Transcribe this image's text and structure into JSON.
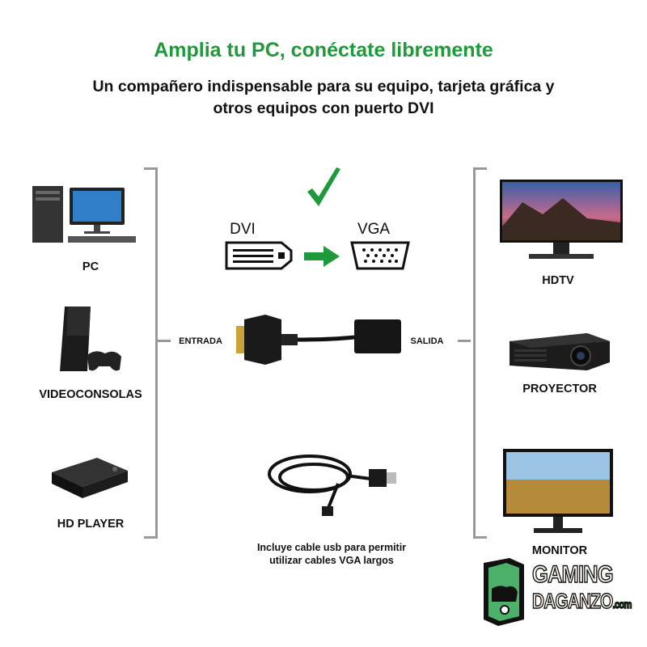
{
  "title": "Amplia tu PC, conéctate libremente",
  "subtitle": [
    "Un compañero indispensable para su equipo, tarjeta gráfica y",
    "otros equipos con puerto DVI"
  ],
  "left_devices": [
    {
      "label": "PC",
      "icon": "desktop-pc"
    },
    {
      "label": "VIDEOCONSOLAS",
      "icon": "game-console"
    },
    {
      "label": "HD PLAYER",
      "icon": "media-player-box"
    }
  ],
  "right_devices": [
    {
      "label": "HDTV",
      "icon": "tv"
    },
    {
      "label": "PROYECTOR",
      "icon": "projector"
    },
    {
      "label": "MONITOR",
      "icon": "monitor"
    }
  ],
  "center": {
    "from": "DVI",
    "to": "VGA",
    "input_label": "ENTRADA",
    "output_label": "SALIDA",
    "usb_note": [
      "Incluye cable usb para permitir",
      "utilizar cables VGA largos"
    ]
  },
  "logo": {
    "line1": "GAMING",
    "line2": "DAGANZO",
    "suffix": ".com"
  },
  "colors": {
    "accent": "#1f9a3b",
    "logo_green": "#4caf6a"
  }
}
